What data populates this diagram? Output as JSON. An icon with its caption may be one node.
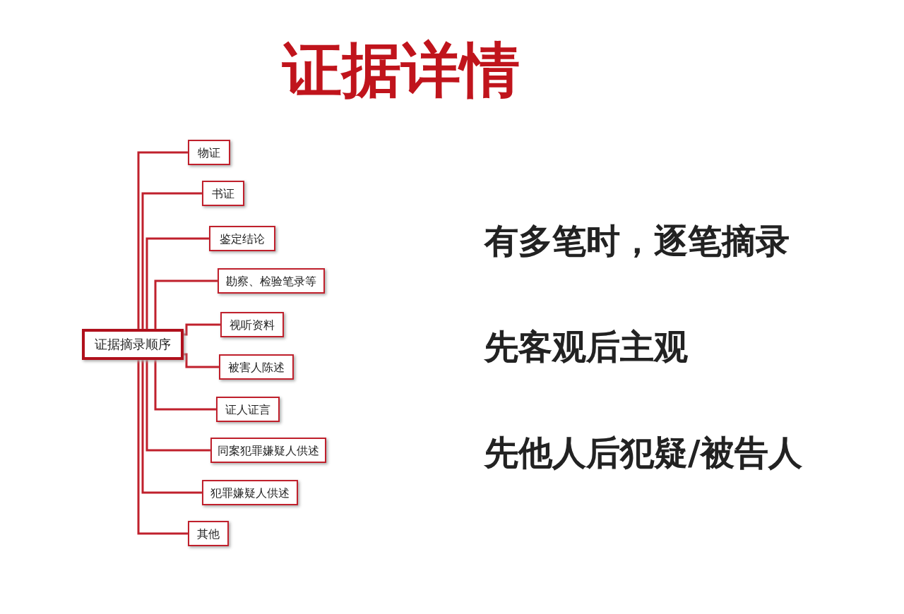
{
  "diagram": {
    "title": "证据详情",
    "nodes": [
      {
        "text": [
          "证据摘录顺序"
        ]
      },
      {
        "text": [
          "物证"
        ]
      },
      {
        "text": [
          "书证"
        ]
      },
      {
        "text": [
          "鉴定结论"
        ]
      },
      {
        "text": [
          "勘察、检验笔录等"
        ]
      },
      {
        "text": [
          "视听资料"
        ]
      },
      {
        "text": [
          "被害人陈述"
        ]
      },
      {
        "text": [
          "证人证言"
        ]
      },
      {
        "text": [
          "同案犯罪嫌疑人供述"
        ]
      },
      {
        "text": [
          "犯罪嫌疑人供述"
        ]
      },
      {
        "text": [
          "其他"
        ]
      }
    ],
    "edges": [
      {
        "from": 0,
        "to": 1,
        "arrow": "none"
      },
      {
        "from": 0,
        "to": 2,
        "arrow": "none"
      },
      {
        "from": 0,
        "to": 3,
        "arrow": "none"
      },
      {
        "from": 0,
        "to": 4,
        "arrow": "none"
      },
      {
        "from": 0,
        "to": 5,
        "arrow": "none"
      },
      {
        "from": 0,
        "to": 6,
        "arrow": "none"
      },
      {
        "from": 0,
        "to": 7,
        "arrow": "none"
      },
      {
        "from": 0,
        "to": 8,
        "arrow": "none"
      },
      {
        "from": 0,
        "to": 9,
        "arrow": "none"
      },
      {
        "from": 0,
        "to": 10,
        "arrow": "none"
      }
    ],
    "labels": [
      "有多笔时，逐笔摘录",
      "先客观后主观",
      "先他人后犯疑/被告人"
    ]
  }
}
